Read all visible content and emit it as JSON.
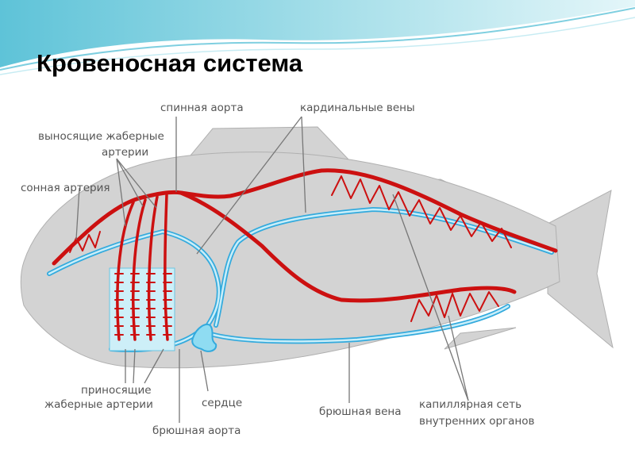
{
  "slide": {
    "title": "Кровеносная система"
  },
  "diagram": {
    "labels": {
      "dorsal_aorta": "спинная аорта",
      "cardinal_veins": "кардинальные вены",
      "efferent_gill_arteries_1": "выносящие жаберные",
      "efferent_gill_arteries_2": "артерии",
      "carotid_artery": "сонная артерия",
      "afferent_gill_arteries_1": "приносящие",
      "afferent_gill_arteries_2": "жаберные артерии",
      "heart": "сердце",
      "ventral_aorta": "брюшная аорта",
      "abdominal_vein": "брюшная вена",
      "capillary_network_1": "капиллярная сеть",
      "capillary_network_2": "внутренних органов"
    },
    "colors": {
      "artery": "#cc1010",
      "vein": "#33aadd",
      "vein_fill": "#c9eef9",
      "body": "#d3d3d3",
      "body_outline": "#b0b0b0",
      "leader_line": "#777777"
    }
  }
}
